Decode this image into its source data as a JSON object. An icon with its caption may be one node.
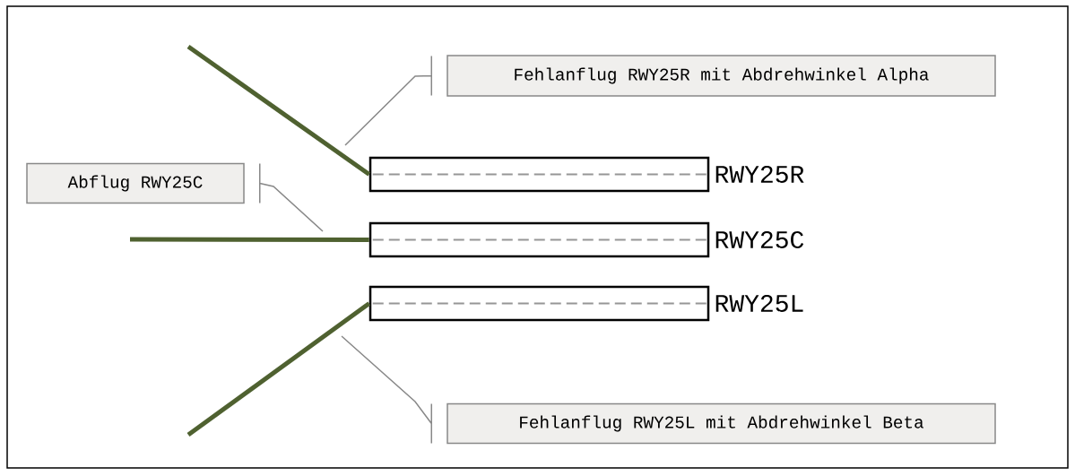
{
  "diagram": {
    "nodes": [
      {
        "text": [
          "Fehlanflug RWY25R mit Abdrehwinkel Alpha"
        ]
      },
      {
        "text": [
          "Abflug RWY25C"
        ]
      },
      {
        "text": [],
        "shape": "box",
        "beside": [
          "RWY25R"
        ]
      },
      {
        "text": [],
        "shape": "box",
        "beside": [
          "RWY25C"
        ]
      },
      {
        "text": [],
        "shape": "box",
        "beside": [
          "RWY25L"
        ]
      },
      {
        "text": [
          "Fehlanflug RWY25L mit Abdrehwinkel Beta"
        ]
      }
    ],
    "edges": [
      {
        "from": 2,
        "to": null,
        "arrow": "none",
        "style": "thick",
        "color": "#4f6130"
      },
      {
        "from": 3,
        "to": null,
        "arrow": "none",
        "style": "thick",
        "color": "#4f6130"
      },
      {
        "from": 4,
        "to": null,
        "arrow": "none",
        "style": "thick",
        "color": "#4f6130"
      },
      {
        "from": 0,
        "to": null,
        "arrow": "none",
        "color": "#888888"
      },
      {
        "from": 1,
        "to": null,
        "arrow": "none",
        "color": "#888888"
      },
      {
        "from": 5,
        "to": null,
        "arrow": "none",
        "color": "#888888"
      }
    ]
  }
}
